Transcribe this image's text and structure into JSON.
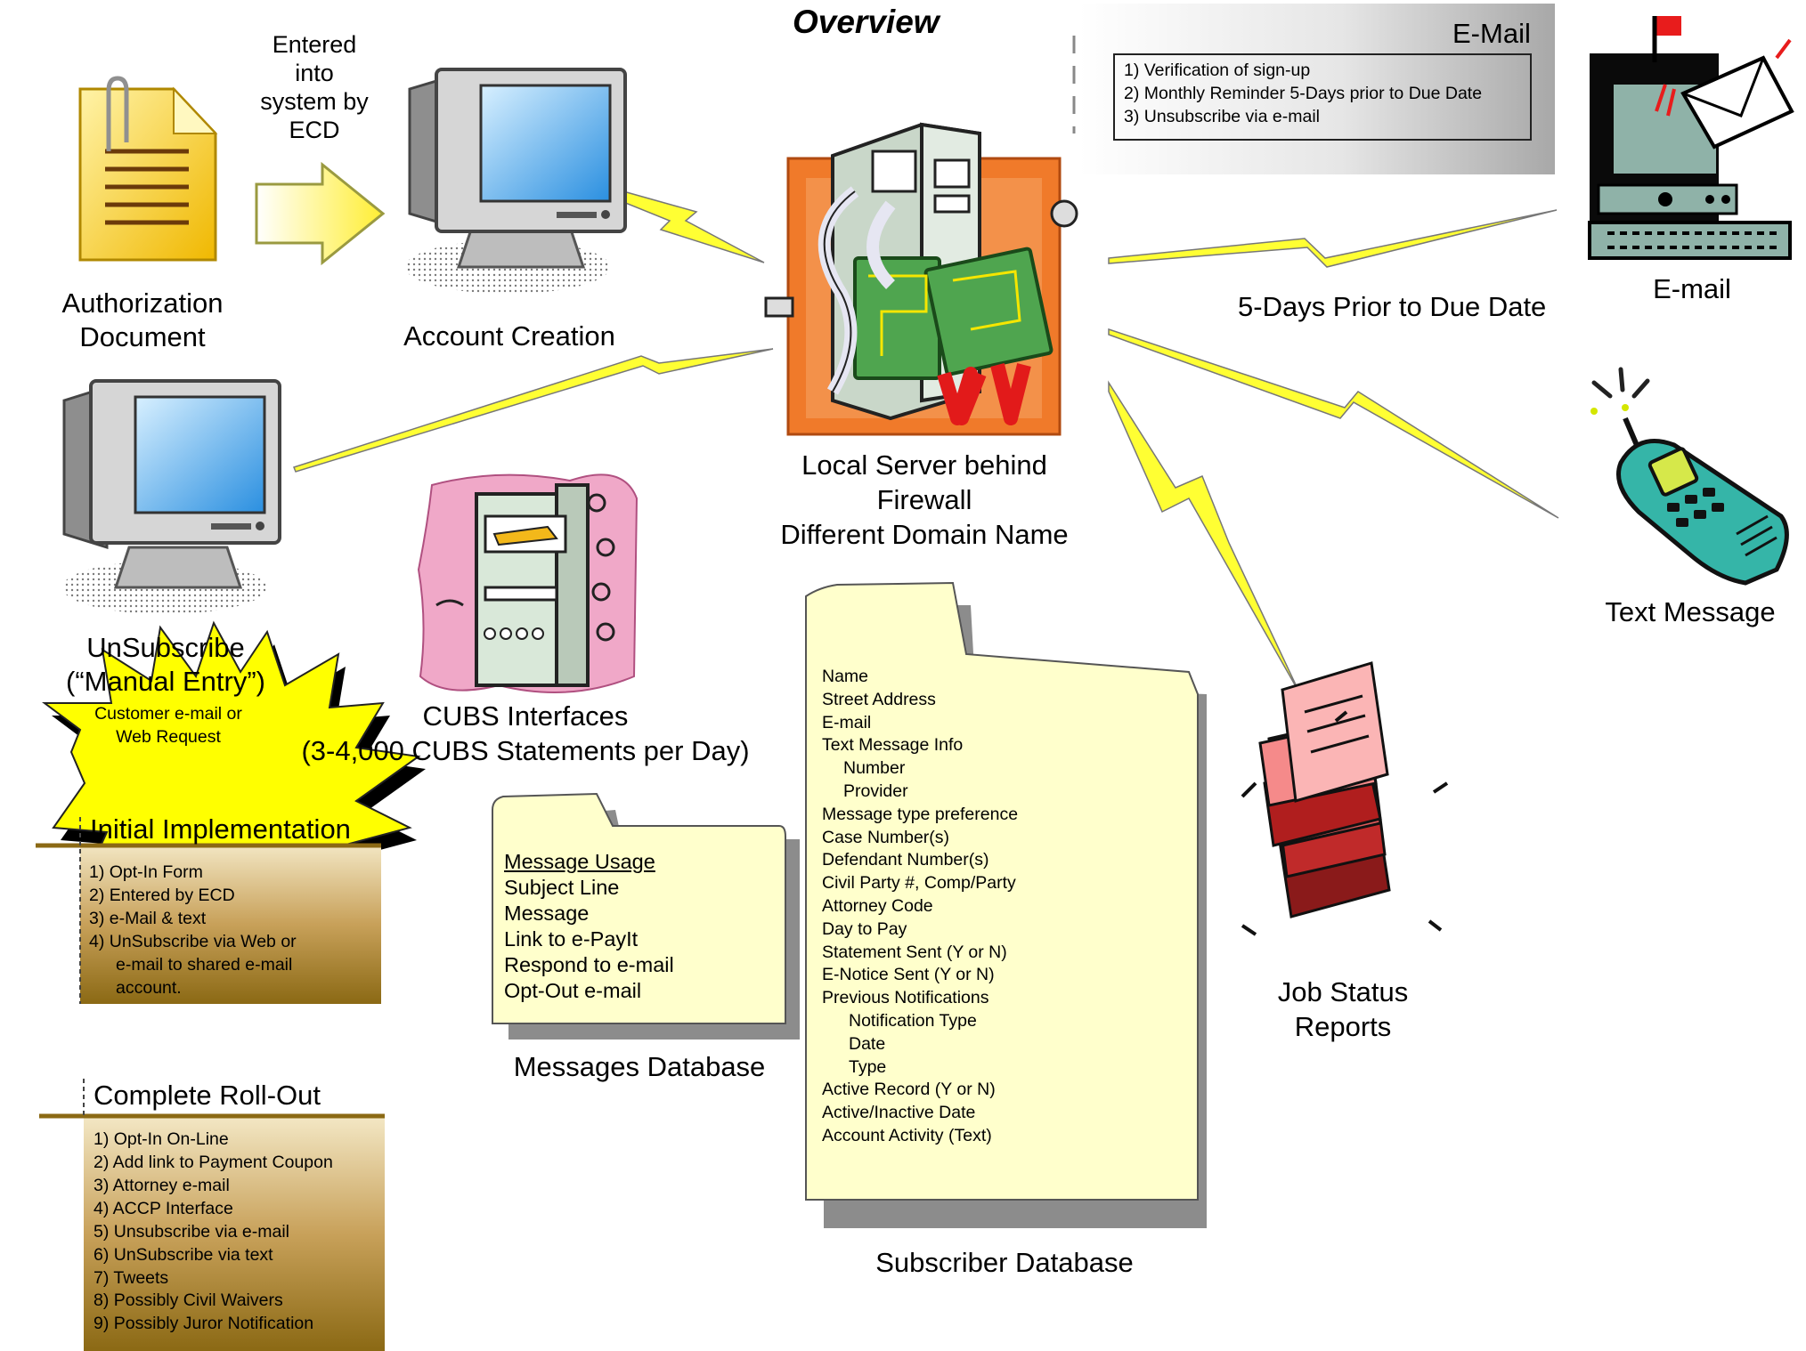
{
  "title": "Overview",
  "email_box": {
    "title": "E-Mail",
    "items": [
      "1) Verification of sign-up",
      "2) Monthly Reminder 5-Days prior to Due Date",
      "3) Unsubscribe via e-mail"
    ]
  },
  "labels": {
    "entered_line1": "Entered",
    "entered_line2": "into",
    "entered_line3": "system by",
    "entered_line4": "ECD",
    "auth_line1": "Authorization",
    "auth_line2": "Document",
    "account_creation": "Account Creation",
    "server_line1": "Local Server behind",
    "server_line2": "Firewall",
    "server_line3": "Different Domain Name",
    "five_days": "5-Days Prior to Due Date",
    "email": "E-mail",
    "text_message": "Text Message",
    "unsub_line1": "UnSubscribe",
    "unsub_line2": "(“Manual Entry”)",
    "unsub_sub1": "Customer e-mail or",
    "unsub_sub2": "Web Request",
    "cubs_line1": "CUBS Interfaces",
    "cubs_line2": "(3-4,000 CUBS Statements per Day)",
    "job_line1": "Job Status",
    "job_line2": "Reports",
    "messages_db": "Messages Database",
    "subscriber_db": "Subscriber Database"
  },
  "initial": {
    "title": "Initial Implementation",
    "items": [
      "1) Opt-In Form",
      "2) Entered by ECD",
      "3) e-Mail & text",
      "4) UnSubscribe via Web or",
      "e-mail to shared e-mail",
      "account."
    ]
  },
  "rollout": {
    "title": "Complete Roll-Out",
    "items": [
      "1) Opt-In On-Line",
      "2) Add link to Payment Coupon",
      "3) Attorney e-mail",
      "4) ACCP Interface",
      "5) Unsubscribe via e-mail",
      "6) UnSubscribe via text",
      "7) Tweets",
      "8) Possibly Civil Waivers",
      "9) Possibly Juror Notification"
    ]
  },
  "messages_folder": {
    "header": "Message Usage",
    "items": [
      "Subject Line",
      "Message",
      "Link to e-PayIt",
      "Respond to e-mail",
      "Opt-Out e-mail"
    ]
  },
  "subscriber_folder": {
    "items": [
      "Name",
      "Street Address",
      "E-mail",
      "Text Message Info",
      "Number",
      "Provider",
      "Message type preference",
      "Case Number(s)",
      "Defendant Number(s)",
      "Civil Party #, Comp/Party",
      "Attorney Code",
      "Day to Pay",
      "Statement Sent (Y or N)",
      "E-Notice Sent (Y or N)",
      "Previous Notifications",
      "Notification Type",
      "Date",
      "Type",
      "Active Record (Y or N)",
      "Active/Inactive Date",
      "Account Activity (Text)"
    ]
  },
  "colors": {
    "lightning": "#ffff33",
    "folder": "#ffffcc",
    "burst": "#ffff00",
    "gold_panel": "#8b6914"
  },
  "icons": [
    "document-icon",
    "arrow-icon",
    "monitor-icon",
    "server-icon",
    "email-computer-icon",
    "cell-phone-icon",
    "printer-icon",
    "reports-icon",
    "lightning-icon",
    "folder-icon"
  ]
}
